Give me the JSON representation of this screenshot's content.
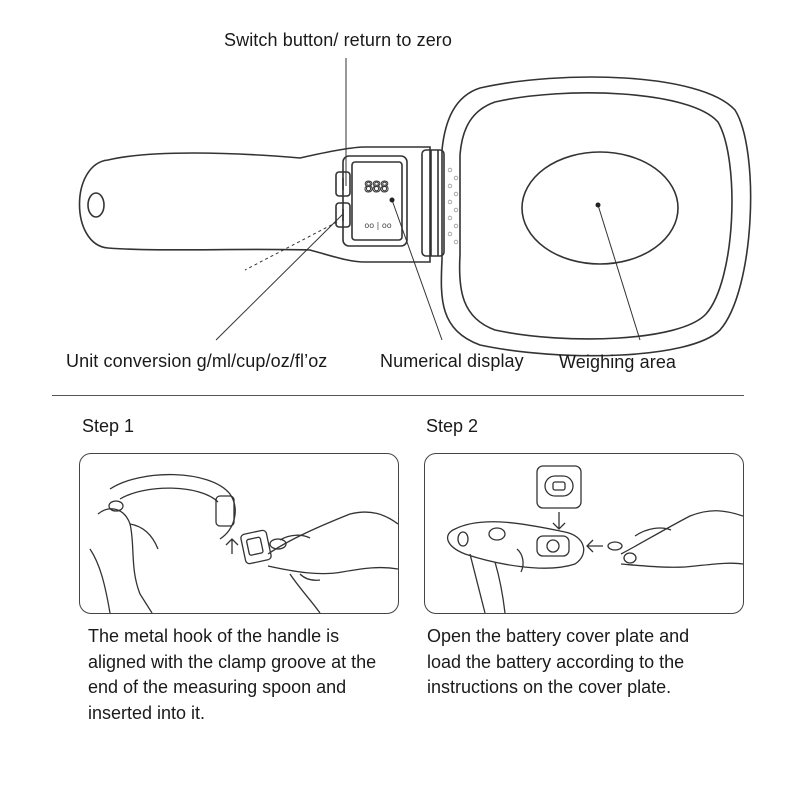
{
  "callouts": {
    "switch_button": "Switch button/ return to zero",
    "unit_conversion": "Unit conversion g/ml/cup/oz/fl’oz",
    "numerical_display": "Numerical display",
    "weighing_area": "Weighing area"
  },
  "display": {
    "digits": "888",
    "unit_marks": "oo | oo"
  },
  "steps": [
    {
      "title": "Step 1",
      "lines": [
        "The metal hook of the handle is",
        "aligned with the clamp groove at the",
        "end of the measuring spoon and",
        "inserted into it."
      ]
    },
    {
      "title": "Step 2",
      "lines": [
        "Open the battery cover plate and",
        "load the battery according to the",
        "instructions on the cover plate."
      ]
    }
  ],
  "icons": {
    "spoon": "measuring-spoon-scale",
    "step1": "hand-inserting-handle",
    "step2": "hands-loading-battery"
  }
}
